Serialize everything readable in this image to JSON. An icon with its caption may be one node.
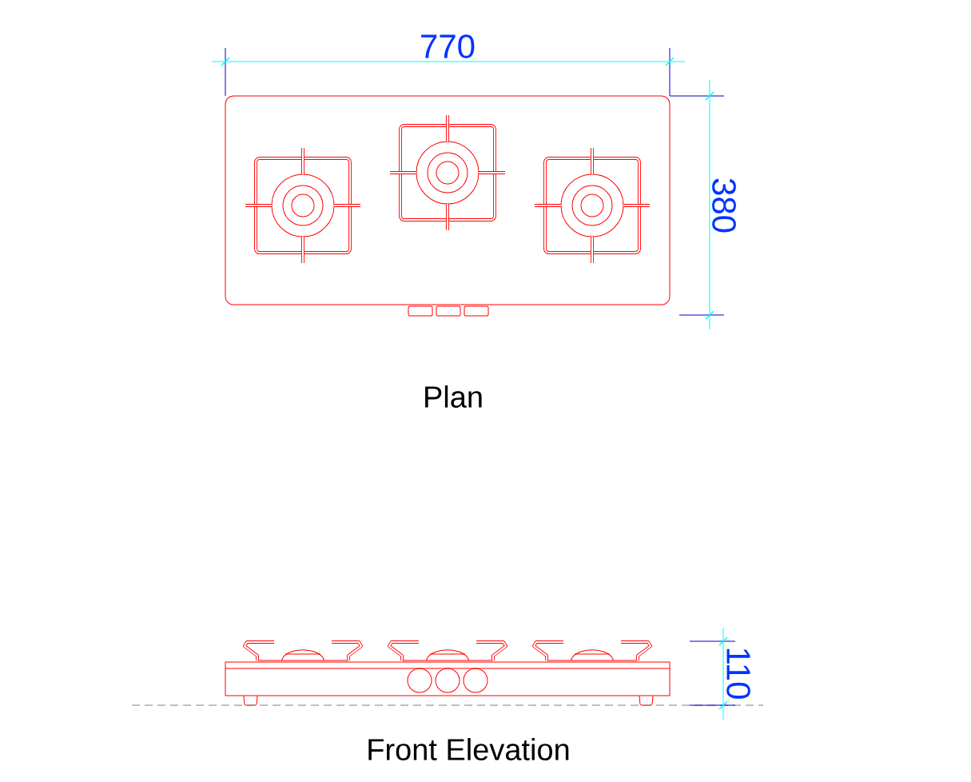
{
  "diagram": {
    "labels": [
      "770",
      "380",
      "Plan",
      "110",
      "Front Elevation"
    ]
  }
}
